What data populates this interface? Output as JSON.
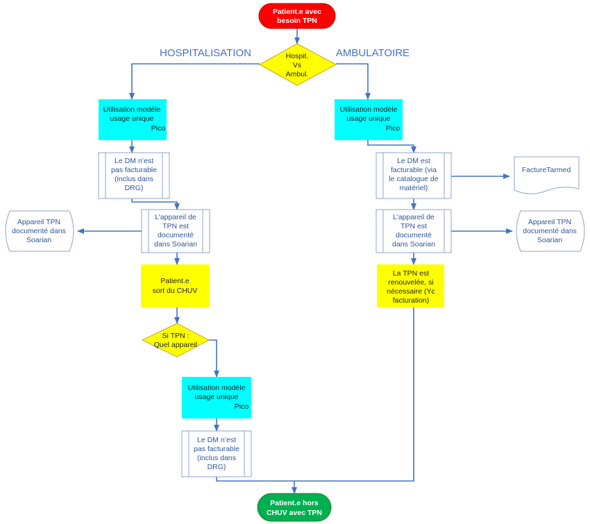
{
  "branches": {
    "hospitalisation": "HOSPITALISATION",
    "ambulatoire": "AMBULATOIRE"
  },
  "nodes": {
    "start": [
      "Patient.e avec",
      "besoin TPN"
    ],
    "decision_main": [
      "Hospit.",
      "Vs",
      "Ambul."
    ],
    "hosp_model": [
      "Utilisation modèle",
      "usage unique",
      "Pico"
    ],
    "hosp_dm": [
      "Le DM n’est",
      "pas facturable",
      "(inclus dans",
      "DRG)"
    ],
    "hosp_soarian": [
      "L’appareil de",
      "TPN est",
      "documenté",
      "dans Soarian"
    ],
    "hosp_doc": [
      "Appareil TPN",
      "documenté dans",
      "Soarian"
    ],
    "hosp_exit": [
      "Patient.e",
      "sort du CHUV"
    ],
    "decision_tpn": [
      "Si TPN :",
      "Quel appareil"
    ],
    "exit_model": [
      "Utilisation modèle",
      "usage unique",
      "Pico"
    ],
    "exit_dm": [
      "Le DM n’est",
      "pas facturable",
      "(inclus dans",
      "DRG)"
    ],
    "amb_model": [
      "Utilisation modèle",
      "usage unique",
      "Pico"
    ],
    "amb_dm": [
      "Le DM est",
      "facturable (via",
      "le catalogue de",
      "matériel)"
    ],
    "amb_facture": [
      "FactureTarmed"
    ],
    "amb_soarian": [
      "L’appareil de",
      "TPN est",
      "documenté",
      "dans Soarian"
    ],
    "amb_doc": [
      "Appareil TPN",
      "documenté dans",
      "Soarian"
    ],
    "amb_renew": [
      "La TPN est",
      "renouvelée, si",
      "nécessaire (Yc",
      "facturation)"
    ],
    "end": [
      "Patient.e hors",
      "CHUV avec TPN"
    ]
  },
  "colors": {
    "connector": "#4472C4",
    "text_blue": "#2F5597",
    "terminal_start": "#FF0000",
    "terminal_end": "#00B050",
    "decision": "#FFFF00",
    "process_cyan": "#00FFFF",
    "process_yellow": "#FFFF00",
    "subprocess_border": "#8EA3C9"
  }
}
